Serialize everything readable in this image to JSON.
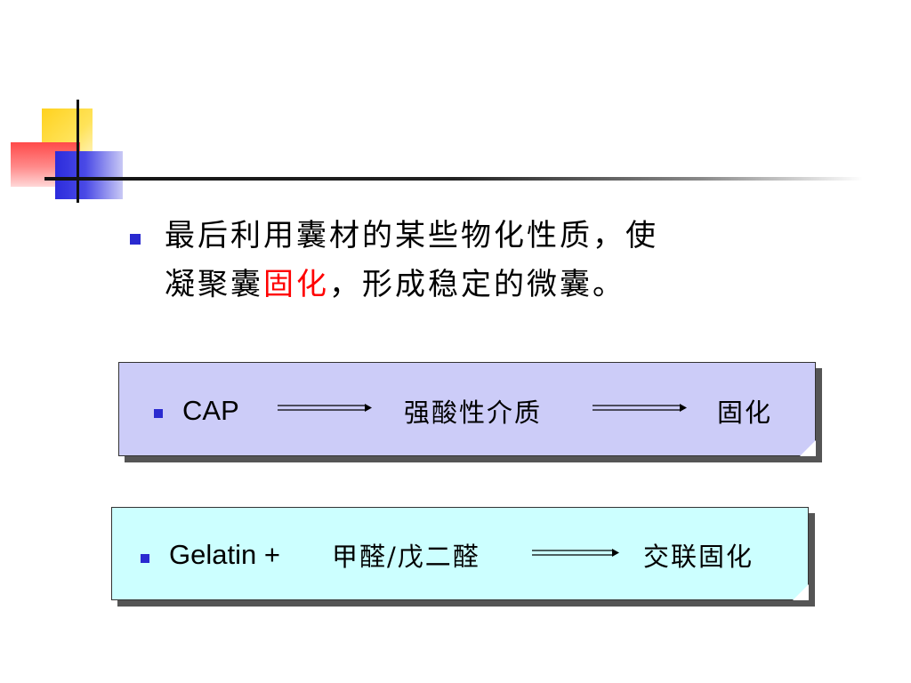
{
  "main": {
    "line1": "最后利用囊材的某些物化性质，使",
    "line2_before": "凝聚囊",
    "line2_highlight": "固化",
    "line2_after": "，形成稳定的微囊。"
  },
  "box1": {
    "term": "CAP",
    "medium": "强酸性介质",
    "result": "固化"
  },
  "box2": {
    "term": "Gelatin +",
    "reagent": "甲醛/戊二醛",
    "result": "交联固化"
  },
  "colors": {
    "bullet": "#2a2ad0",
    "highlight": "#ff0000",
    "box1_fill": "#ccccf8",
    "box2_fill": "#ccffff"
  },
  "icons": {
    "bullet": "square-bullet-icon",
    "arrow": "right-arrow-icon"
  }
}
